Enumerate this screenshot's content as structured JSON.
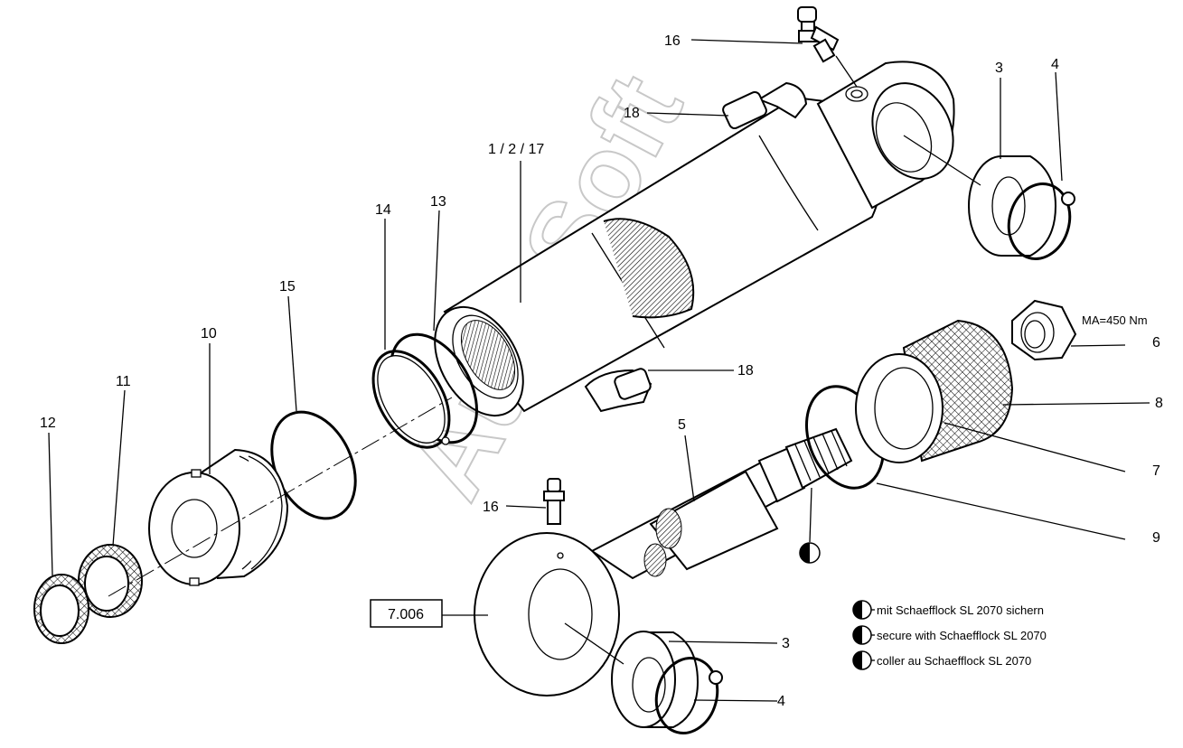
{
  "callouts": {
    "c16_top": "16",
    "c18_top": "18",
    "c1_2_17": "1 / 2 / 17",
    "c3_top": "3",
    "c4_top": "4",
    "c14": "14",
    "c13": "13",
    "c15": "15",
    "c10": "10",
    "c11": "11",
    "c12": "12",
    "c18_mid": "18",
    "c5": "5",
    "c16_bot": "16",
    "c6": "6",
    "c8": "8",
    "c7": "7",
    "c9": "9",
    "c3_bot": "3",
    "c4_bot": "4"
  },
  "torque": "MA=450 Nm",
  "ref_box": "7.006",
  "legend": [
    "mit Schaefflock SL 2070 sichern",
    "secure with Schaefflock SL 2070",
    "coller au Schaefflock SL 2070"
  ],
  "watermark": "AutoSoft",
  "icons": {
    "lock_symbol": "half-filled-circle-icon"
  }
}
